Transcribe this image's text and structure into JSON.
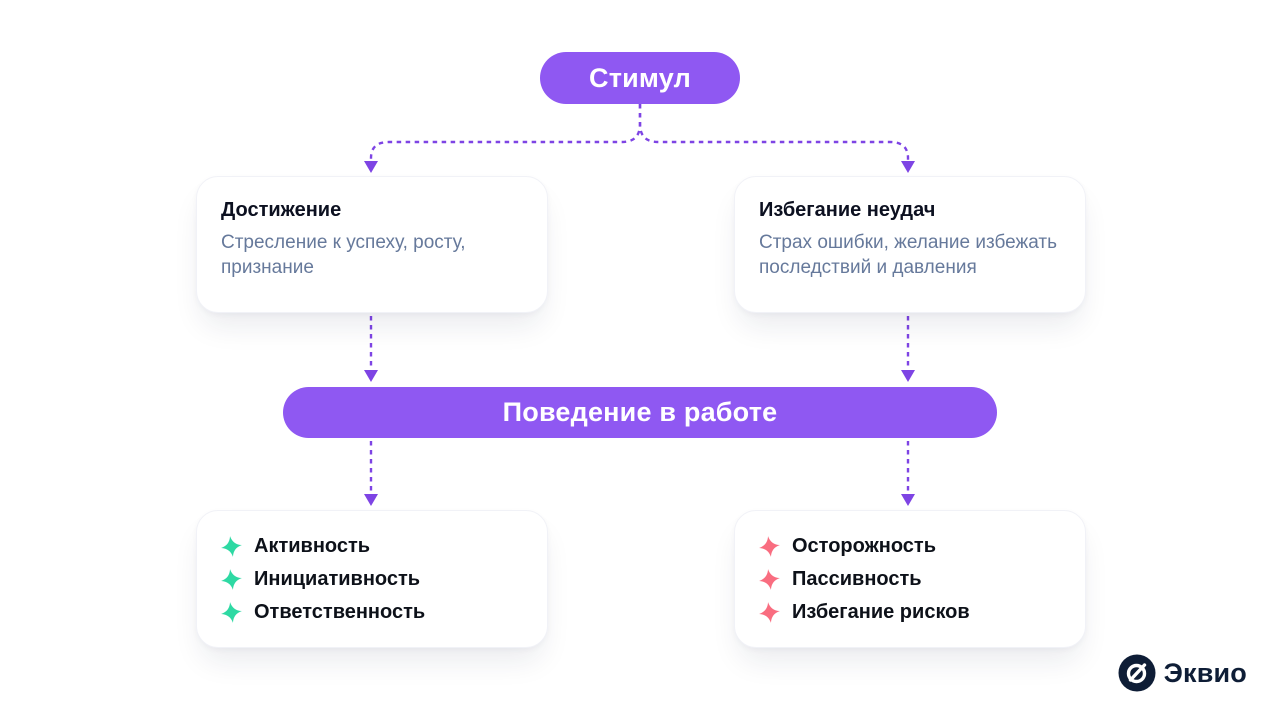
{
  "diagram": {
    "stimulus": {
      "label": "Стимул"
    },
    "achievement": {
      "title": "Достижение",
      "body": "Стресление к успеху, росту, признание"
    },
    "avoidance": {
      "title": "Избегание неудач",
      "body": "Страх ошибки, желание избежать последствий и давления"
    },
    "behavior": {
      "label": "Поведение в работе"
    },
    "positive": {
      "items": [
        "Активность",
        "Инициативность",
        "Ответственность"
      ]
    },
    "negative": {
      "items": [
        "Осторожность",
        "Пассивность",
        "Избегание рисков"
      ]
    }
  },
  "logo": {
    "text": "Эквио"
  },
  "colors": {
    "accent_purple": "#8f58f2",
    "connector_purple": "#7e44e4",
    "positive_green": "#2ed9a3",
    "negative_pink": "#f96d80",
    "title_text": "#0c1020",
    "body_text": "#66799b",
    "logo_navy": "#0e1d36",
    "background": "#ffffff"
  }
}
